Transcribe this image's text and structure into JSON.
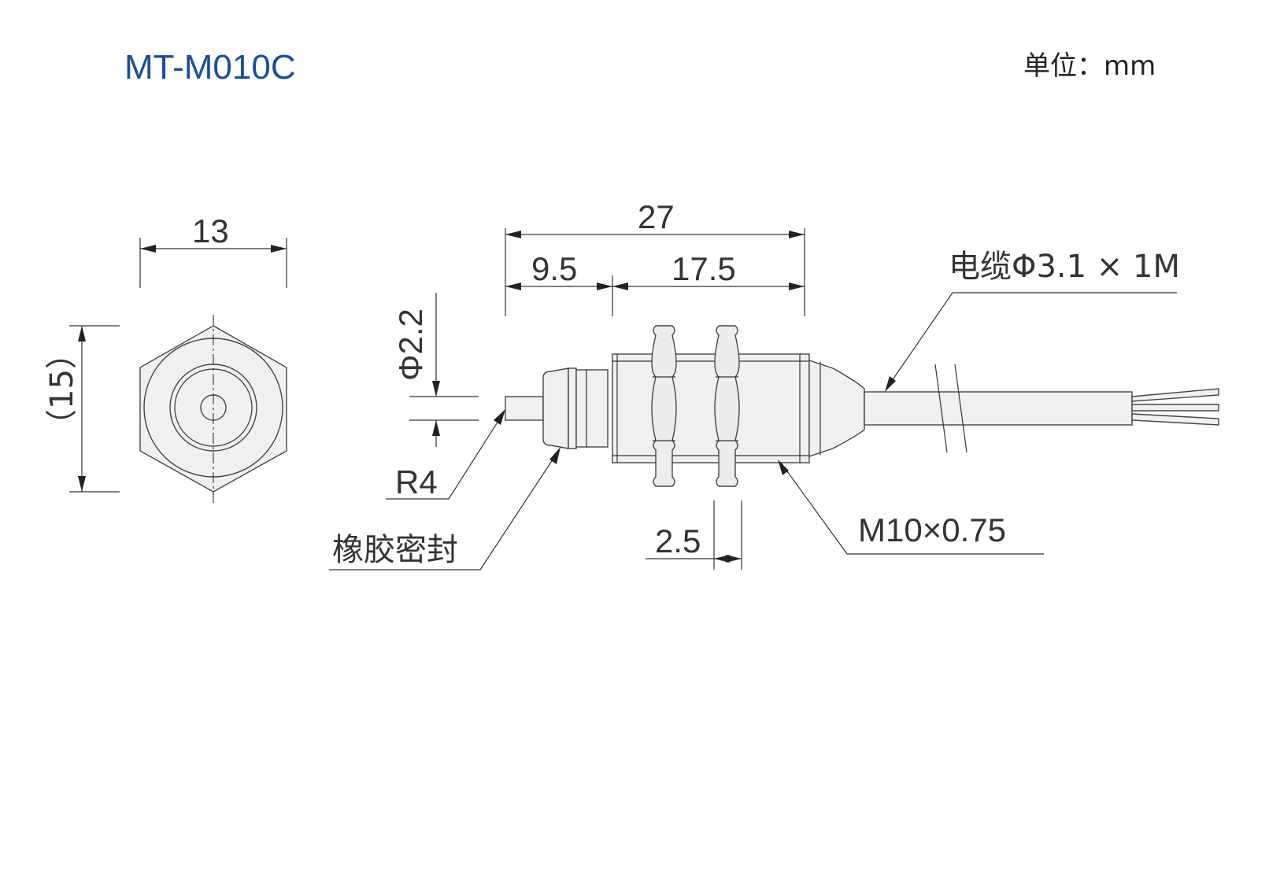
{
  "title": "MT-M010C",
  "unit_label": "单位：mm",
  "end_view": {
    "width_dim": "13",
    "height_dim": "（15）"
  },
  "side_view": {
    "overall_length": "27",
    "front_length": "9.5",
    "thread_length": "17.5",
    "pin_diameter": "Φ2.2",
    "nut_thickness": "2.5",
    "tip_radius": "R4",
    "seal_label": "橡胶密封",
    "thread_label": "M10×0.75",
    "cable_label": "电缆Φ3.1 × 1M"
  },
  "colors": {
    "title": "#1c4e9c",
    "line": "#333333",
    "part_fill": "#f0f0f0"
  }
}
